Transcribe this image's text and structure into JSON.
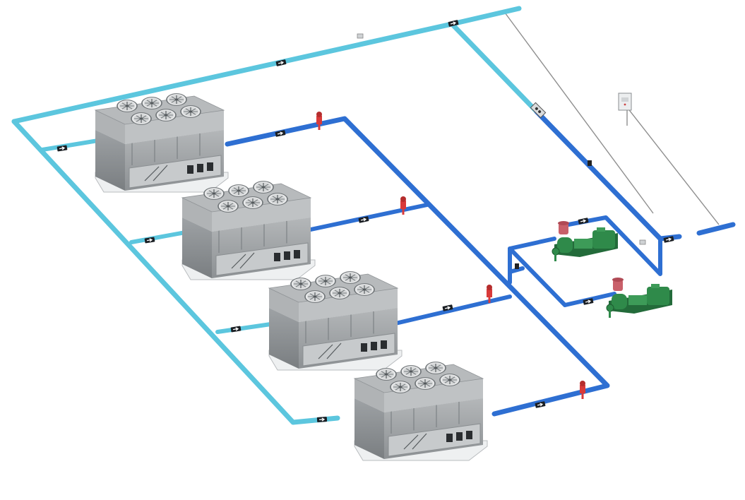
{
  "diagram": {
    "subject": "air-cooled-chiller-plant",
    "chiller_count": 4,
    "fans_per_chiller": 6,
    "pump_count": 2,
    "valve_count": 4,
    "colors": {
      "supply_pipe": "#5cc6de",
      "return_pipe": "#2e6fd2",
      "chiller_body": "#a3a7aa",
      "chiller_dark": "#7d8285",
      "pump_body": "#2f8a4a",
      "pump_valve": "#c9606a",
      "control_valve": "#d93a3a",
      "base_frame": "#eef0f1",
      "wire": "#8f8f8f"
    },
    "icons": [
      "flow-arrow-icon",
      "fan-icon",
      "pressure-gauge-icon",
      "control-panel-icon",
      "sensor-icon"
    ]
  }
}
